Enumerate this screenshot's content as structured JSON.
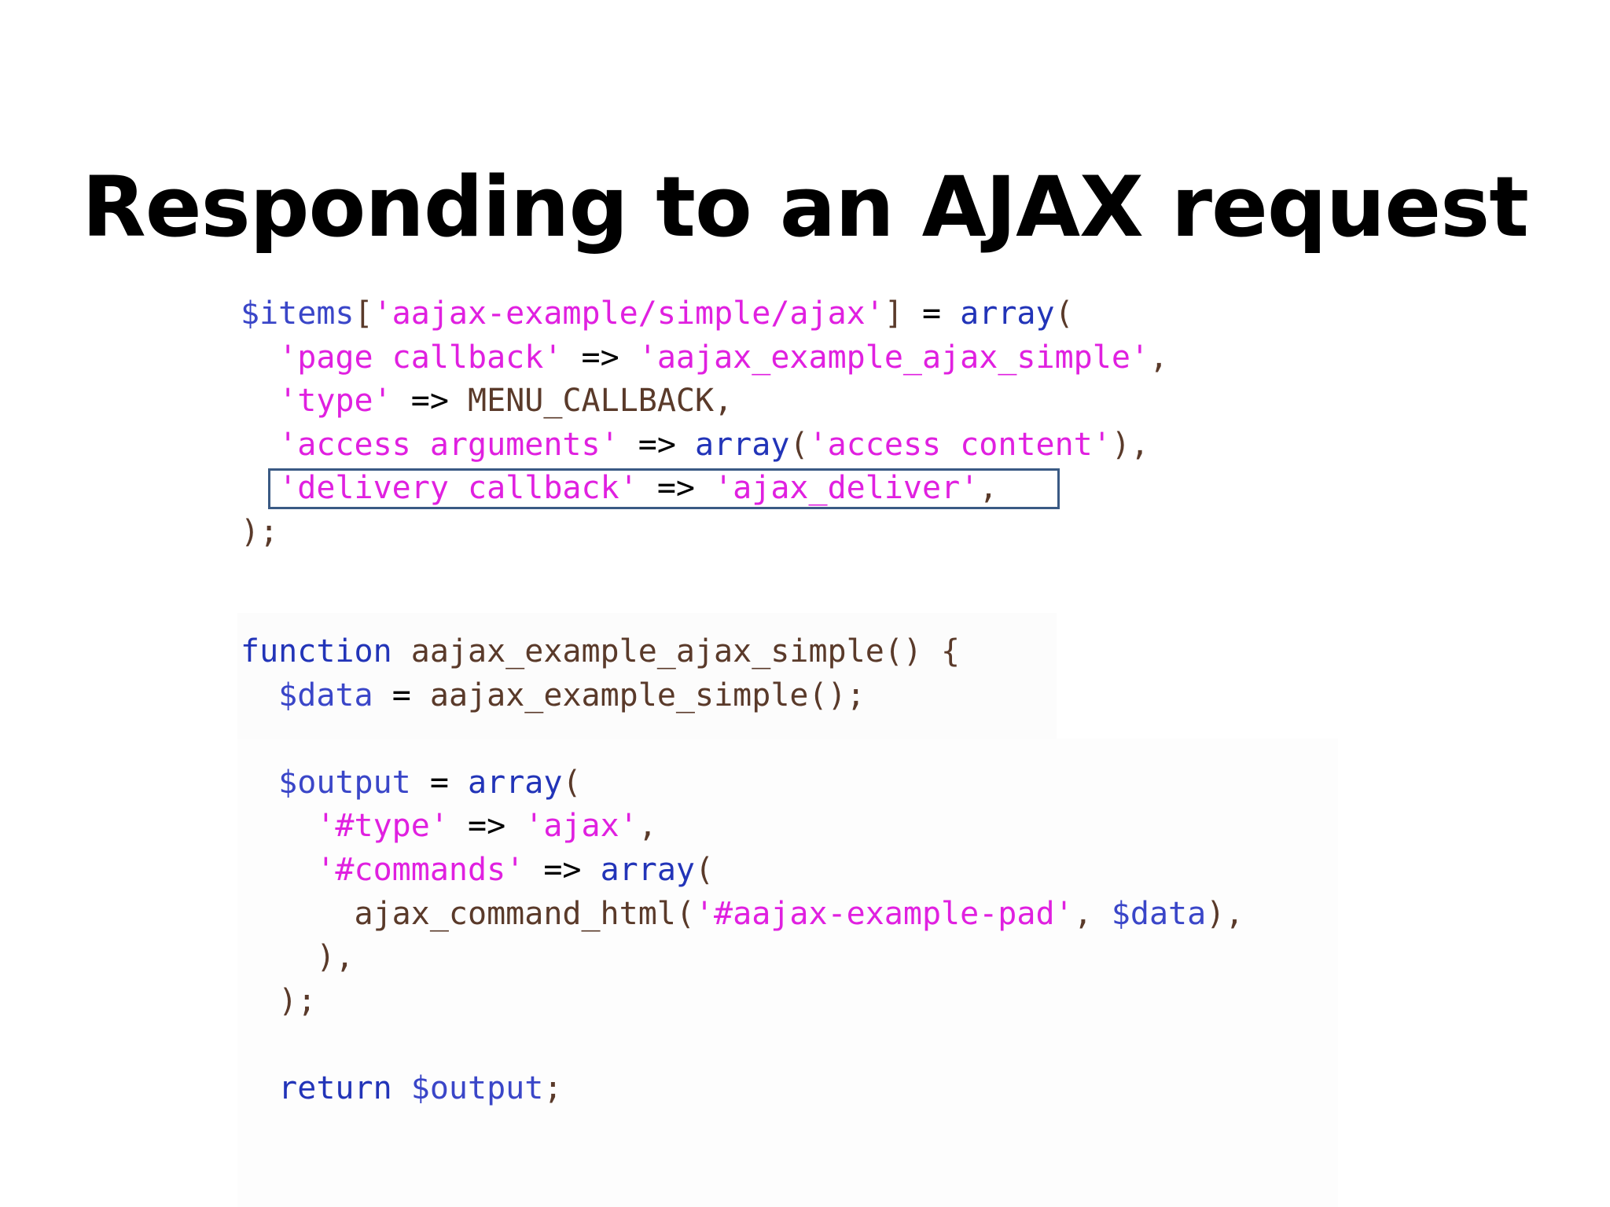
{
  "slide": {
    "title": "Responding to an AJAX request"
  },
  "colors": {
    "variable": "#3a46c8",
    "keyword": "#2234b8",
    "string": "#e020e0",
    "plain": "#5a3a2a",
    "highlight_border": "#3a5a84"
  },
  "code_block_1": {
    "lines": [
      [
        {
          "type": "var",
          "text": "$items"
        },
        {
          "type": "plain",
          "text": "["
        },
        {
          "type": "str",
          "text": "'aajax-example/simple/ajax'"
        },
        {
          "type": "plain",
          "text": "] "
        },
        {
          "type": "op",
          "text": "="
        },
        {
          "type": "plain",
          "text": " "
        },
        {
          "type": "kw",
          "text": "array"
        },
        {
          "type": "plain",
          "text": "("
        }
      ],
      [
        {
          "type": "plain",
          "text": "  "
        },
        {
          "type": "str",
          "text": "'page callback'"
        },
        {
          "type": "plain",
          "text": " "
        },
        {
          "type": "op",
          "text": "=>"
        },
        {
          "type": "plain",
          "text": " "
        },
        {
          "type": "str",
          "text": "'aajax_example_ajax_simple'"
        },
        {
          "type": "plain",
          "text": ","
        }
      ],
      [
        {
          "type": "plain",
          "text": "  "
        },
        {
          "type": "str",
          "text": "'type'"
        },
        {
          "type": "plain",
          "text": " "
        },
        {
          "type": "op",
          "text": "=>"
        },
        {
          "type": "plain",
          "text": " "
        },
        {
          "type": "const",
          "text": "MENU_CALLBACK"
        },
        {
          "type": "plain",
          "text": ","
        }
      ],
      [
        {
          "type": "plain",
          "text": "  "
        },
        {
          "type": "str",
          "text": "'access arguments'"
        },
        {
          "type": "plain",
          "text": " "
        },
        {
          "type": "op",
          "text": "=>"
        },
        {
          "type": "plain",
          "text": " "
        },
        {
          "type": "kw",
          "text": "array"
        },
        {
          "type": "plain",
          "text": "("
        },
        {
          "type": "str",
          "text": "'access content'"
        },
        {
          "type": "plain",
          "text": "),"
        }
      ],
      [
        {
          "type": "plain",
          "text": "  "
        },
        {
          "type": "str",
          "text": "'delivery callback'"
        },
        {
          "type": "plain",
          "text": " "
        },
        {
          "type": "op",
          "text": "=>"
        },
        {
          "type": "plain",
          "text": " "
        },
        {
          "type": "str",
          "text": "'ajax_deliver'"
        },
        {
          "type": "plain",
          "text": ","
        }
      ],
      [
        {
          "type": "plain",
          "text": ");"
        }
      ]
    ]
  },
  "code_block_2": {
    "lines": [
      [
        {
          "type": "kw",
          "text": "function"
        },
        {
          "type": "plain",
          "text": " aajax_example_ajax_simple() {"
        }
      ],
      [
        {
          "type": "plain",
          "text": "  "
        },
        {
          "type": "var",
          "text": "$data"
        },
        {
          "type": "plain",
          "text": " "
        },
        {
          "type": "op",
          "text": "="
        },
        {
          "type": "plain",
          "text": " aajax_example_simple();"
        }
      ],
      [],
      [
        {
          "type": "plain",
          "text": "  "
        },
        {
          "type": "var",
          "text": "$output"
        },
        {
          "type": "plain",
          "text": " "
        },
        {
          "type": "op",
          "text": "="
        },
        {
          "type": "plain",
          "text": " "
        },
        {
          "type": "kw",
          "text": "array"
        },
        {
          "type": "plain",
          "text": "("
        }
      ],
      [
        {
          "type": "plain",
          "text": "    "
        },
        {
          "type": "str",
          "text": "'#type'"
        },
        {
          "type": "plain",
          "text": " "
        },
        {
          "type": "op",
          "text": "=>"
        },
        {
          "type": "plain",
          "text": " "
        },
        {
          "type": "str",
          "text": "'ajax'"
        },
        {
          "type": "plain",
          "text": ","
        }
      ],
      [
        {
          "type": "plain",
          "text": "    "
        },
        {
          "type": "str",
          "text": "'#commands'"
        },
        {
          "type": "plain",
          "text": " "
        },
        {
          "type": "op",
          "text": "=>"
        },
        {
          "type": "plain",
          "text": " "
        },
        {
          "type": "kw",
          "text": "array"
        },
        {
          "type": "plain",
          "text": "("
        }
      ],
      [
        {
          "type": "plain",
          "text": "      ajax_command_html("
        },
        {
          "type": "str",
          "text": "'#aajax-example-pad'"
        },
        {
          "type": "plain",
          "text": ", "
        },
        {
          "type": "var",
          "text": "$data"
        },
        {
          "type": "plain",
          "text": "),"
        }
      ],
      [
        {
          "type": "plain",
          "text": "    ),"
        }
      ],
      [
        {
          "type": "plain",
          "text": "  );"
        }
      ],
      [],
      [
        {
          "type": "plain",
          "text": "  "
        },
        {
          "type": "kw",
          "text": "return"
        },
        {
          "type": "plain",
          "text": " "
        },
        {
          "type": "var",
          "text": "$output"
        },
        {
          "type": "plain",
          "text": ";"
        }
      ]
    ]
  }
}
